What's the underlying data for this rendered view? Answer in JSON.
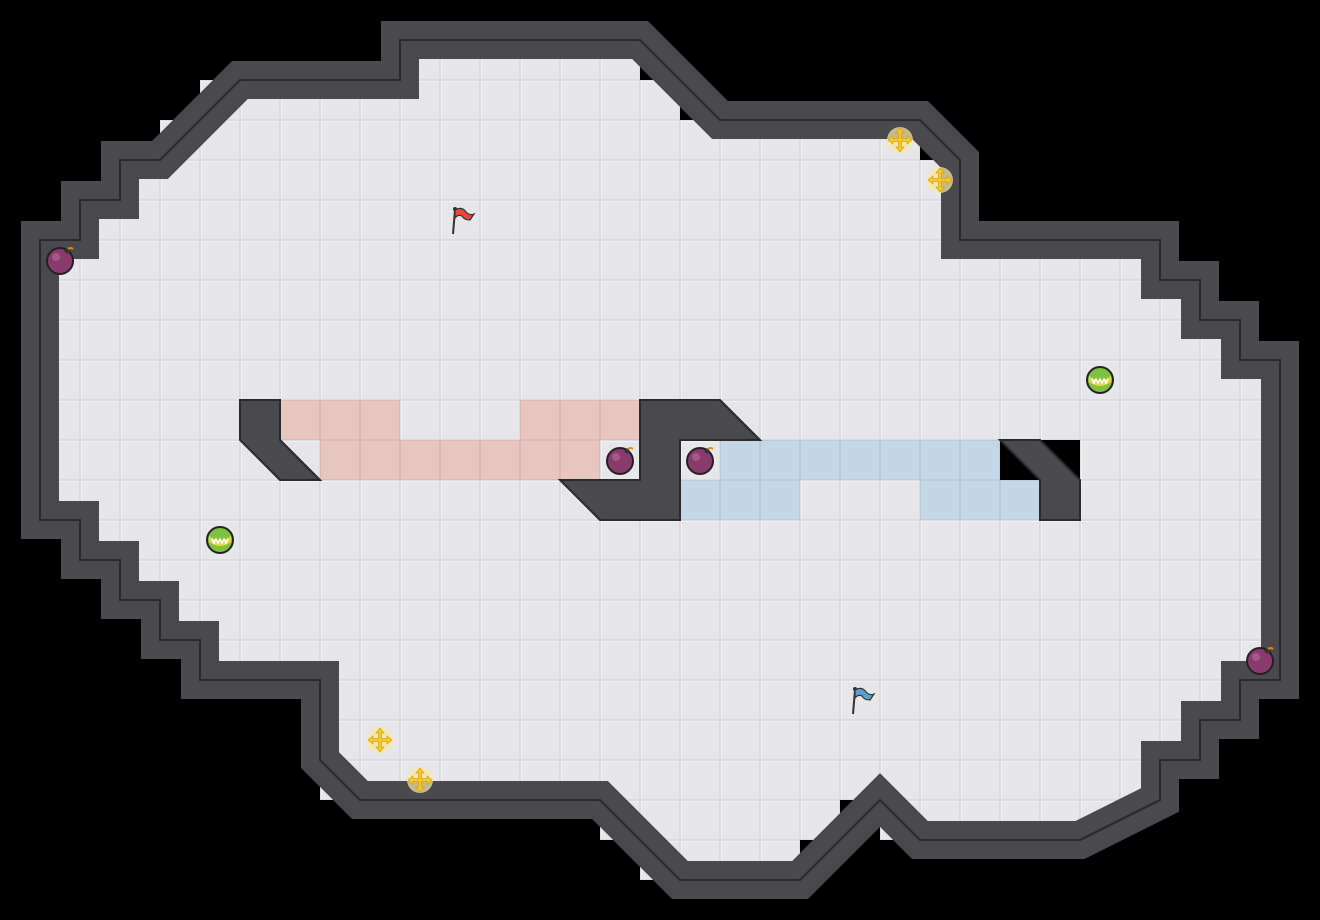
{
  "game": {
    "map": {
      "cols": 33,
      "rows": 23,
      "floor_rows": [
        "..........#######................",
        ".....#####.##########............",
        "....#######################......",
        "..#########################......",
        ".############################....",
        ".#############################...",
        ".##############################..",
        ".###############################.",
        ".################################",
        ".################################",
        ".################################",
        ".################################",
        "..###############################",
        "...##############################",
        "....#############################",
        ".....############################",
        "........##########################",
        "........############################",
        ".........##############...........",
        "...............#####.............",
        "................#####............"
      ]
    },
    "colors": {
      "floor": "#e7e7ea",
      "wall": "#4a4a4e",
      "red_zone": "#e7c7bd",
      "blue_zone": "#c4d7e6",
      "red_flag": "#e8483c",
      "blue_flag": "#5a9fd0",
      "boost": "#f7c82a",
      "bomb": "#8a3a6c",
      "portal": "#7ec242"
    },
    "objects": [
      {
        "type": "red-flag",
        "icon": "red-flag-icon"
      },
      {
        "type": "blue-flag",
        "icon": "blue-flag-icon"
      },
      {
        "type": "boost",
        "icon": "boost-icon"
      },
      {
        "type": "bomb",
        "icon": "bomb-icon"
      },
      {
        "type": "portal",
        "icon": "portal-icon"
      }
    ]
  }
}
